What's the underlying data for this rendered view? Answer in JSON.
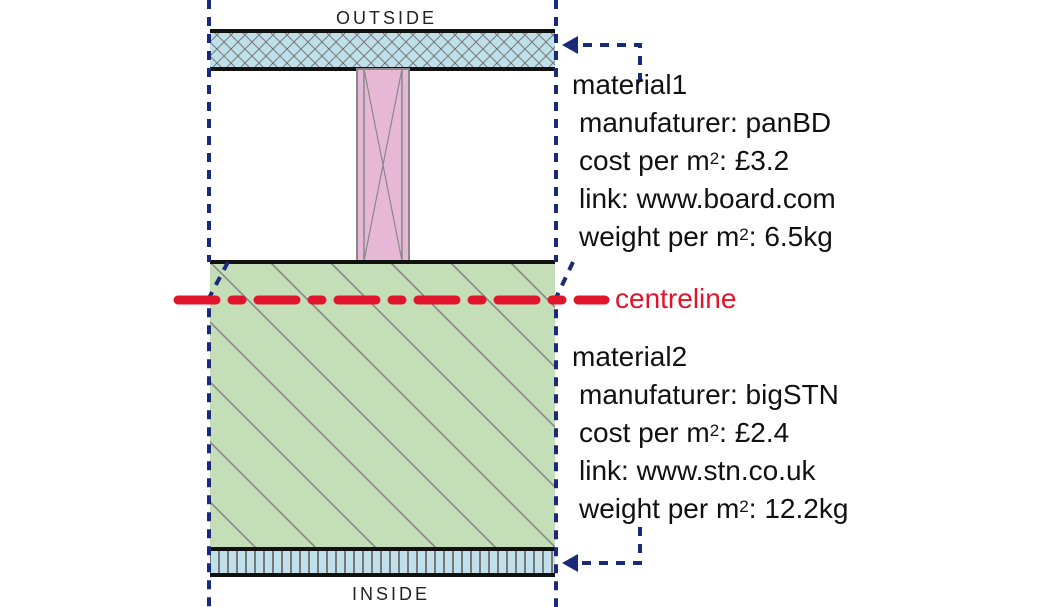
{
  "labels": {
    "outside": "OUTSIDE",
    "inside": "INSIDE",
    "centreline": "centreline"
  },
  "material1": {
    "name": "material1",
    "manufacturer": "manufaturer: panBD",
    "cost_prefix": "cost per m",
    "cost_sup": "2",
    "cost_value": ": £3.2",
    "link": "link: www.board.com",
    "weight_prefix": "weight per m",
    "weight_sup": "2",
    "weight_value": ": 6.5kg"
  },
  "material2": {
    "name": "material2",
    "manufacturer": "manufaturer: bigSTN",
    "cost_prefix": "cost per m",
    "cost_sup": "2",
    "cost_value": ": £2.4",
    "link": "link: www.stn.co.uk",
    "weight_prefix": "weight per m",
    "weight_sup": "2",
    "weight_value": ": 12.2kg"
  },
  "colors": {
    "boundary": "#1a2a7a",
    "centreline": "#e0142b",
    "board_fill": "#bfe0ea",
    "stud_fill": "#e6b8d6",
    "block_fill": "#c4dfb8",
    "hatch": "#888888",
    "edge": "#111111"
  }
}
